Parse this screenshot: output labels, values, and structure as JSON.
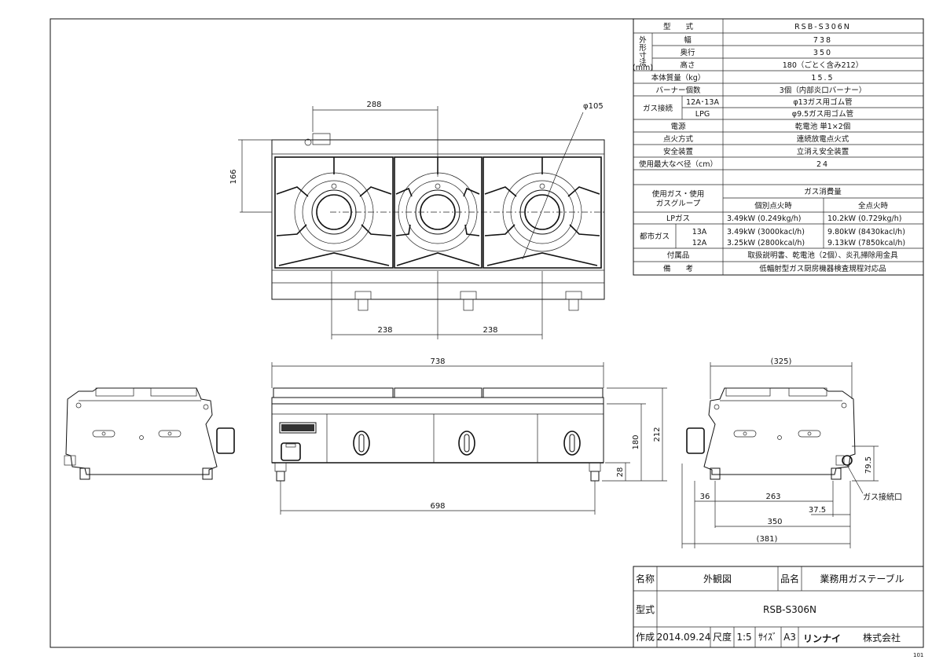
{
  "spec": {
    "model_label": "型　　式",
    "model": "RSB-S306N",
    "dims_group": [
      "外",
      "形",
      "寸",
      "法",
      "(mm)"
    ],
    "width_label": "幅",
    "width": "738",
    "depth_label": "奥行",
    "depth": "350",
    "height_label": "高さ",
    "height": "180（ごとく含み212）",
    "mass_label": "本体質量（kg）",
    "mass": "15.5",
    "burners_label": "バーナー個数",
    "burners": "3個（内部炎口バーナー）",
    "gas_conn_label": "ガス接続",
    "gas_conn_city_label": "12A･13A",
    "gas_conn_city": "φ13ガス用ゴム管",
    "gas_conn_lpg_label": "LPG",
    "gas_conn_lpg": "φ9.5ガス用ゴム管",
    "power_label": "電源",
    "power": "乾電池 単1×2個",
    "ignition_label": "点火方式",
    "ignition": "連続放電点火式",
    "safety_label": "安全装置",
    "safety": "立消え安全装置",
    "pot_label": "使用最大なべ径（cm）",
    "pot": "24",
    "gas_group_label_1": "使用ガス・使用",
    "gas_group_label_2": "ガスグループ",
    "consumption_label": "ガス消費量",
    "individual_label": "個別点火時",
    "all_label": "全点火時",
    "lp_label": "LPガス",
    "lp_individual": "3.49kW (0.249kg/h)",
    "lp_all": "10.2kW (0.729kg/h)",
    "city_label": "都市ガス",
    "g13a_label": "13A",
    "g13a_individual": "3.49kW (3000kacl/h)",
    "g13a_all": "9.80kW (8430kacl/h)",
    "g12a_label": "12A",
    "g12a_individual": "3.25kW (2800kcal/h)",
    "g12a_all": "9.13kW (7850kcal/h)",
    "accessories_label": "付属品",
    "accessories": "取扱説明書、乾電池（2個）、炎孔掃除用金具",
    "notes_label": "備　　考",
    "notes": "低輻射型ガス厨房機器検査規程対応品"
  },
  "dims": {
    "top_288": "288",
    "top_dia": "φ105",
    "top_166": "166",
    "top_238_left": "238",
    "top_238_right": "238",
    "front_738": "738",
    "front_698": "698",
    "front_180": "180",
    "front_212": "212",
    "front_28": "28",
    "side_325": "(325)",
    "side_795": "79.5",
    "side_36": "36",
    "side_263": "263",
    "side_375": "37.5",
    "side_350": "350",
    "side_381": "(381)",
    "gas_inlet": "ガス接続口"
  },
  "title_block": {
    "name_label": "名称",
    "name": "外観図",
    "product_label": "品名",
    "product": "業務用ガステーブル",
    "type_label": "型式",
    "type": "RSB-S306N",
    "created_label": "作成",
    "created": "2014.09.24",
    "scale_label": "尺度",
    "scale": "1:5",
    "size_label": "ｻｲｽﾞ",
    "size": "A3",
    "maker_brand": "リンナイ",
    "maker_suffix": "株式会社",
    "sheet_code": "101"
  }
}
